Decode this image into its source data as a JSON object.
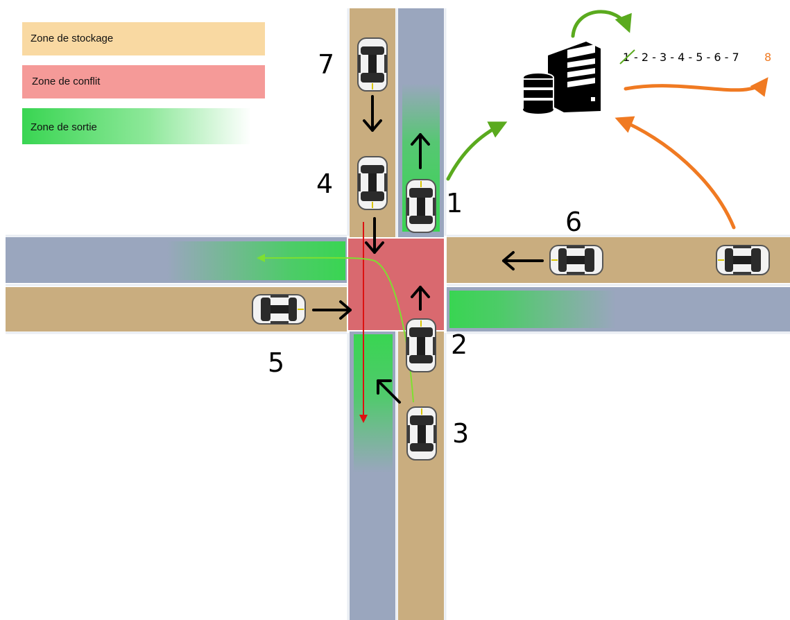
{
  "legend": {
    "storage": {
      "label": "Zone de stockage",
      "color": "#f9d9a2"
    },
    "conflict": {
      "label": "Zone de conflit",
      "color": "#f59a98"
    },
    "exit": {
      "label": "Zone de sortie",
      "color": "#4cdc5c"
    }
  },
  "colors": {
    "road_lane": "#9aa6be",
    "storage_lane": "#c9ad7f",
    "conflict_zone": "#d9696f",
    "exit_zone": "#39d552",
    "arrow_to_server": "#5aaa1e",
    "arrow_request": "#f07a22",
    "path_straight": "#dd1111",
    "path_turn": "#7ee030"
  },
  "cars": [
    {
      "id": "car-1",
      "number": "1"
    },
    {
      "id": "car-2",
      "number": "2"
    },
    {
      "id": "car-3",
      "number": "3"
    },
    {
      "id": "car-4",
      "number": "4"
    },
    {
      "id": "car-5",
      "number": "5"
    },
    {
      "id": "car-6",
      "number": "6"
    },
    {
      "id": "car-7",
      "number": "7"
    }
  ],
  "server": {
    "icon": "server-database-icon"
  },
  "queue": {
    "removed": "1",
    "remaining": "- 2 - 3 - 4 - 5 - 6 - 7",
    "added": "8"
  }
}
